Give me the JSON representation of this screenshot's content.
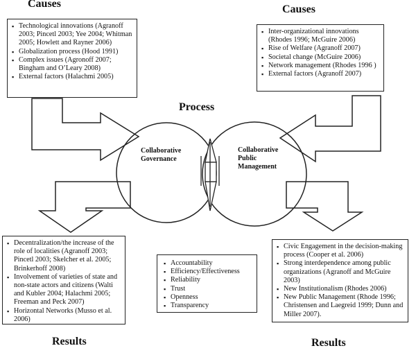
{
  "headings": {
    "causes_left": "Causes",
    "causes_right": "Causes",
    "process": "Process",
    "results_left": "Results",
    "results_right": "Results"
  },
  "circles": {
    "left_label_line1": "Collaborative",
    "left_label_line2": "Governance",
    "right_label_line1": "Collaborative",
    "right_label_line2": "Public",
    "right_label_line3": "Management"
  },
  "boxes": {
    "causes_left": [
      "Technological innovations (Agranoff 2003; Pincetl 2003; Yee 2004; Whitman 2005; Howlett and Rayner 2006)",
      "Globalization process (Hood 1991)",
      "Complex issues (Agronoff 2007; Bingham and O’Leary 2008)",
      "External factors (Halachmi 2005)"
    ],
    "causes_right": [
      "Inter-organizational innovations (Rhodes 1996; McGuire 2006)",
      "Rise of Welfare (Agranoff 2007)",
      "Societal change (McGuire 2006)",
      "Network management (Rhodes 1996 )",
      "External factors (Agranoff 2007)"
    ],
    "process": [
      "Accountability",
      "Efficiency/Effectiveness",
      "Reliability",
      "Trust",
      "Openness",
      "Transparency"
    ],
    "results_left": [
      "Decentralization/the increase of the role of localities (Agranoff 2003; Pincetl 2003; Skelcher et al. 2005; Brinkerhoff 2008)",
      "Involvement of varieties of state and non-state actors  and citizens (Walti and Kubler 2004; Halachmi 2005; Freeman and Peck 2007)",
      "Horizontal Networks (Musso et al. 2006)"
    ],
    "results_right": [
      "Civic Engagement in the decision-making process (Cooper et al. 2006)",
      "Strong interdependence among public organizations (Agranoff and McGuire 2003)",
      "New Institutionalism (Rhodes 2006)",
      "New Public Management (Rhode 1996; Christensen and Laegreid 1999; Dunn and Miller 2007)."
    ]
  }
}
